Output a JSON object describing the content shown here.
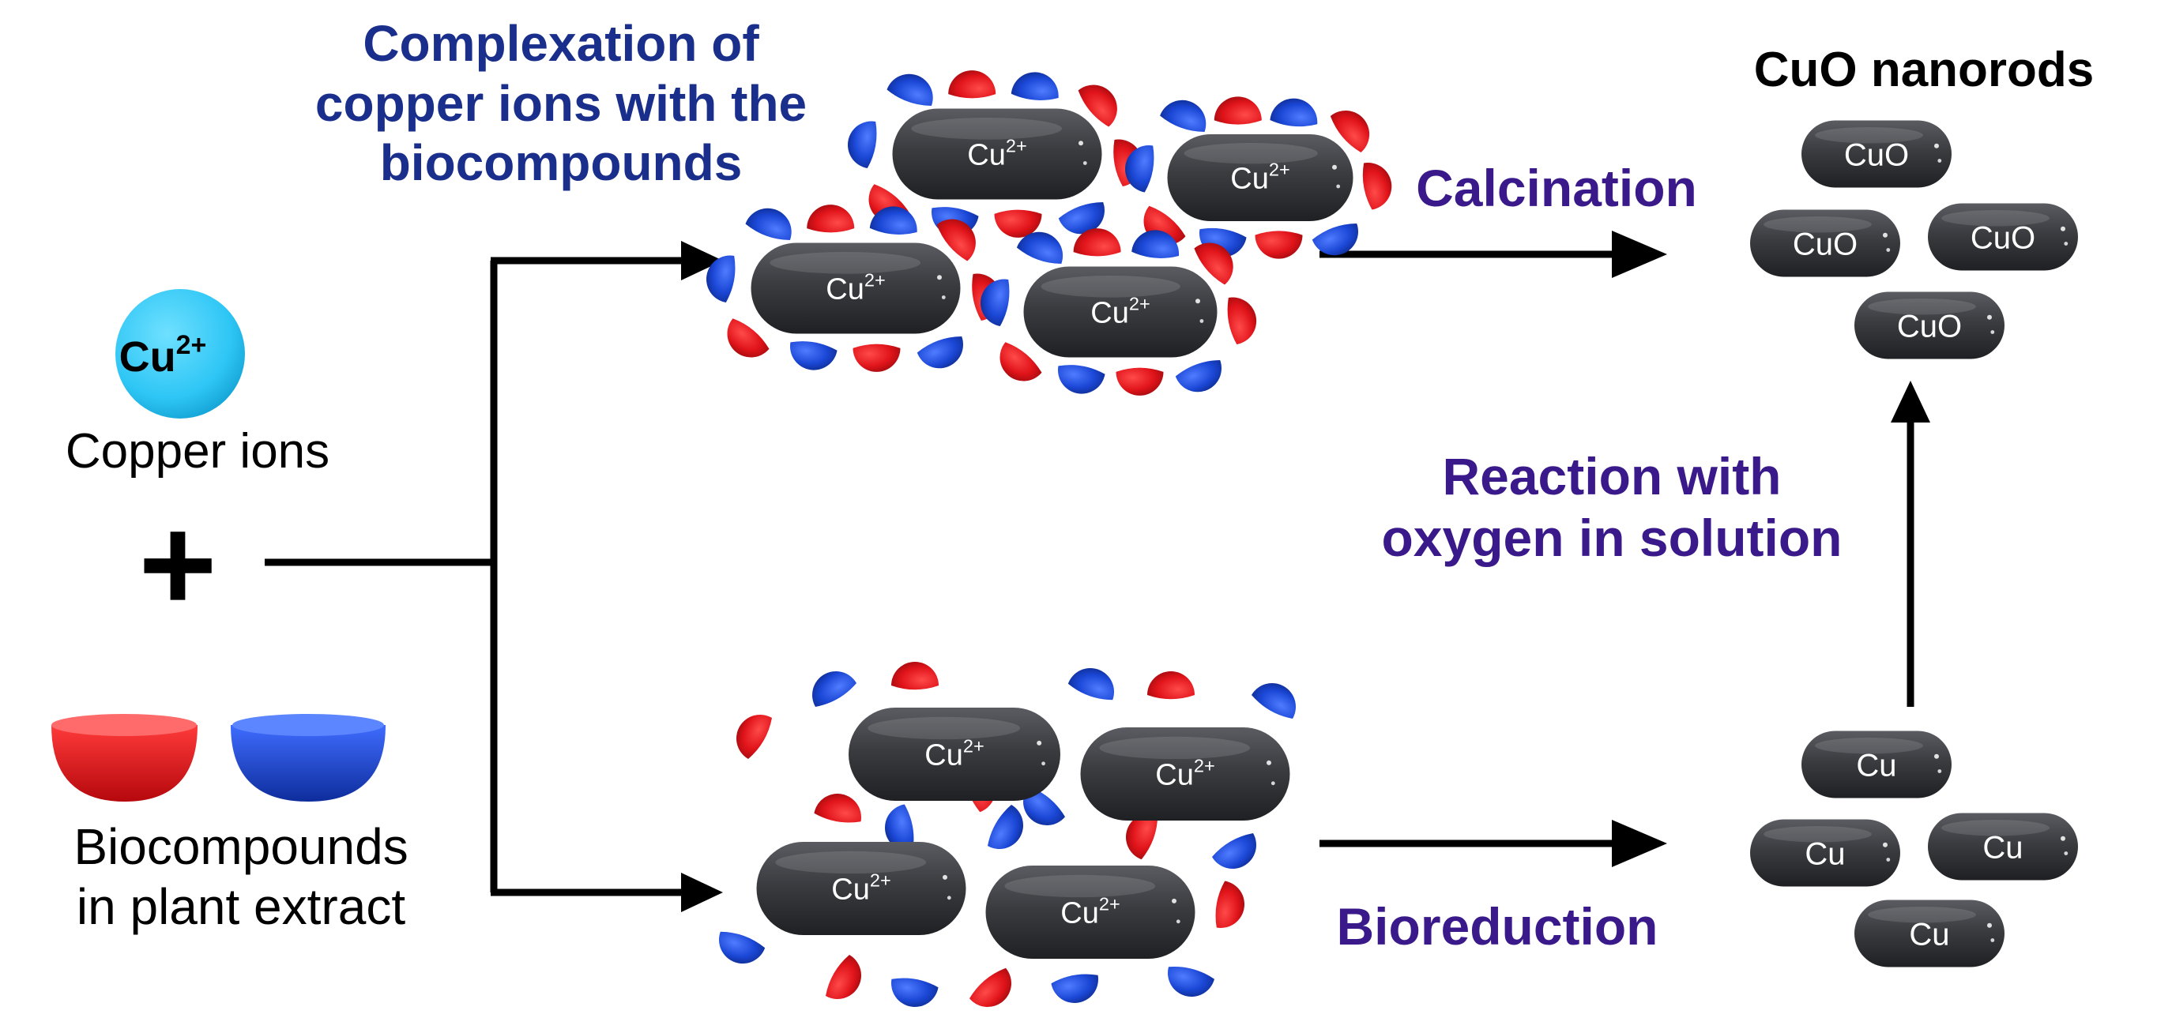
{
  "labels": {
    "complexation": [
      "Complexation of",
      "copper ions with the",
      "biocompounds"
    ],
    "calcination": "Calcination",
    "cuo_title": "CuO nanorods",
    "reaction": [
      "Reaction with",
      "oxygen in solution"
    ],
    "bioreduction": "Bioreduction",
    "copper_ions": "Copper ions",
    "biocompounds": [
      "Biocompounds",
      "in plant extract"
    ],
    "plus": "+"
  },
  "ion": {
    "base": "Cu",
    "charge": "2+"
  },
  "rod_labels": {
    "complex": "Cu",
    "complex_charge": "2+",
    "cuo": "CuO",
    "cu": "Cu"
  },
  "colors": {
    "red": "#e0141a",
    "blue": "#1b47d6",
    "rod": "#3a3c40",
    "ion": "#2ec6f5",
    "label_blue": "#1a2f8c",
    "label_purple": "#3a1a8a"
  }
}
